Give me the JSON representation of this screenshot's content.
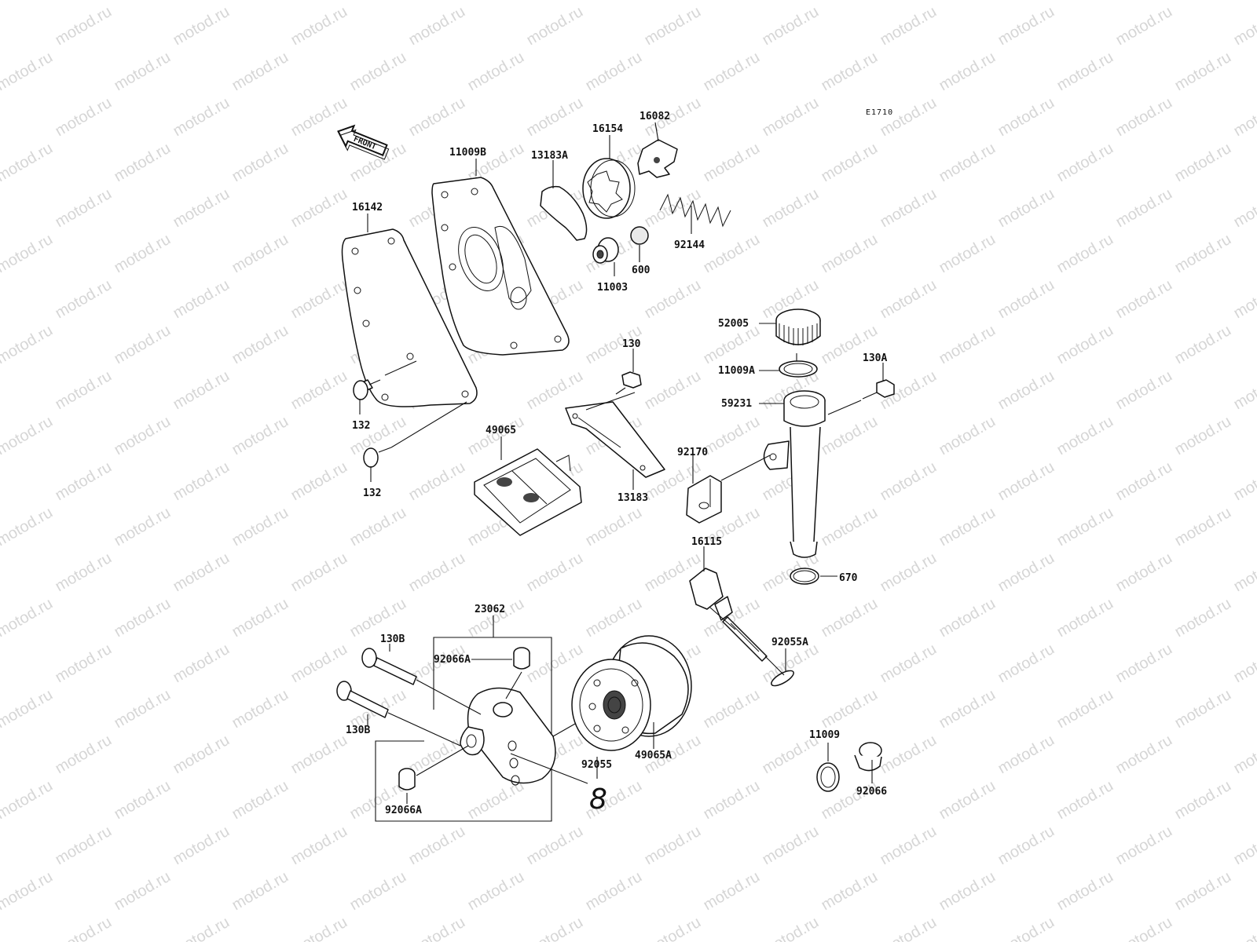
{
  "diagram": {
    "code": "E1710",
    "front_label": "FRONT",
    "watermark": "motod.ru",
    "ref_number": "8",
    "labels": [
      {
        "id": "lbl-11009b",
        "text": "11009B"
      },
      {
        "id": "lbl-13183a",
        "text": "13183A"
      },
      {
        "id": "lbl-16154",
        "text": "16154"
      },
      {
        "id": "lbl-16082",
        "text": "16082"
      },
      {
        "id": "lbl-16142",
        "text": "16142"
      },
      {
        "id": "lbl-92144",
        "text": "92144"
      },
      {
        "id": "lbl-600",
        "text": "600"
      },
      {
        "id": "lbl-11003",
        "text": "11003"
      },
      {
        "id": "lbl-52005",
        "text": "52005"
      },
      {
        "id": "lbl-130",
        "text": "130"
      },
      {
        "id": "lbl-11009a",
        "text": "11009A"
      },
      {
        "id": "lbl-130a",
        "text": "130A"
      },
      {
        "id": "lbl-59231",
        "text": "59231"
      },
      {
        "id": "lbl-132-top",
        "text": "132"
      },
      {
        "id": "lbl-49065",
        "text": "49065"
      },
      {
        "id": "lbl-92170",
        "text": "92170"
      },
      {
        "id": "lbl-132-bottom",
        "text": "132"
      },
      {
        "id": "lbl-13183",
        "text": "13183"
      },
      {
        "id": "lbl-16115",
        "text": "16115"
      },
      {
        "id": "lbl-670",
        "text": "670"
      },
      {
        "id": "lbl-23062",
        "text": "23062"
      },
      {
        "id": "lbl-130b-top",
        "text": "130B"
      },
      {
        "id": "lbl-92066a-top",
        "text": "92066A"
      },
      {
        "id": "lbl-92055a",
        "text": "92055A"
      },
      {
        "id": "lbl-130b-bottom",
        "text": "130B"
      },
      {
        "id": "lbl-49065a",
        "text": "49065A"
      },
      {
        "id": "lbl-92055",
        "text": "92055"
      },
      {
        "id": "lbl-11009",
        "text": "11009"
      },
      {
        "id": "lbl-92066a-bottom",
        "text": "92066A"
      },
      {
        "id": "lbl-92066",
        "text": "92066"
      }
    ]
  }
}
